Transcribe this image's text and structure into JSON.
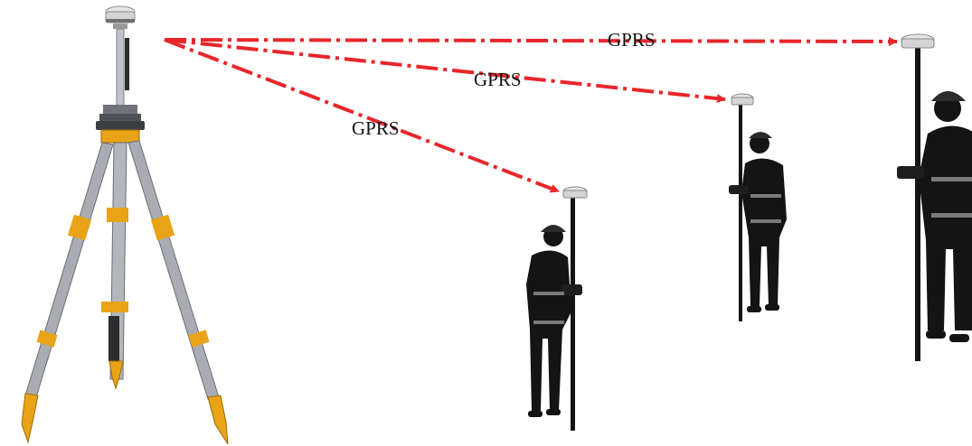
{
  "links": [
    {
      "label": "GPRS",
      "from": "base-station",
      "to": "rover-near"
    },
    {
      "label": "GPRS",
      "from": "base-station",
      "to": "rover-middle"
    },
    {
      "label": "GPRS",
      "from": "base-station",
      "to": "rover-far"
    }
  ],
  "colors": {
    "link": "#e8262b",
    "tripod_metal": "#a9adb3",
    "tripod_yellow": "#e8a317",
    "silhouette": "#141414",
    "receiver": "#d9d9d9"
  },
  "icons": {
    "base_station": "gnss-base-tripod-icon",
    "rover": "surveyor-with-rover-pole-icon"
  }
}
